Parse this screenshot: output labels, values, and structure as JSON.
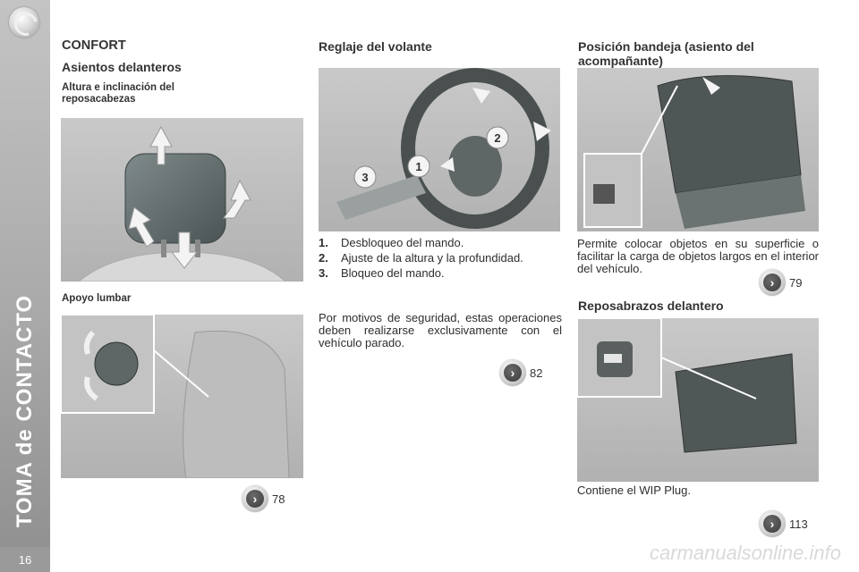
{
  "sidebar": {
    "section_title": "TOMA de CONTACTO",
    "page_number": "16"
  },
  "column1": {
    "heading": "CONFORT",
    "subheading": "Asientos delanteros",
    "headrest_title": "Altura e inclinación del reposacabezas",
    "lumbar_title": "Apoyo lumbar",
    "ref_page": "78"
  },
  "column2": {
    "heading": "Reglaje del volante",
    "steps": [
      {
        "num": "1.",
        "text": "Desbloqueo del mando."
      },
      {
        "num": "2.",
        "text": "Ajuste de la altura y la profundidad."
      },
      {
        "num": "3.",
        "text": "Bloqueo del mando."
      }
    ],
    "figure_labels": [
      "1",
      "2",
      "3"
    ],
    "safety_note": "Por motivos de seguridad, estas operaciones deben realizarse exclusivamente con el vehículo parado.",
    "ref_page": "82"
  },
  "column3": {
    "tray_heading": "Posición bandeja (asiento del acompañante)",
    "tray_text": "Permite colocar objetos en su superficie o facilitar la carga de objetos largos en el interior del vehículo.",
    "tray_ref_page": "79",
    "armrest_heading": "Reposabrazos delantero",
    "armrest_text": "Contiene el WIP Plug.",
    "armrest_ref_page": "113"
  },
  "watermark": "carmanualsonline.info",
  "icons": [
    "page-link-icon",
    "logo-icon"
  ]
}
